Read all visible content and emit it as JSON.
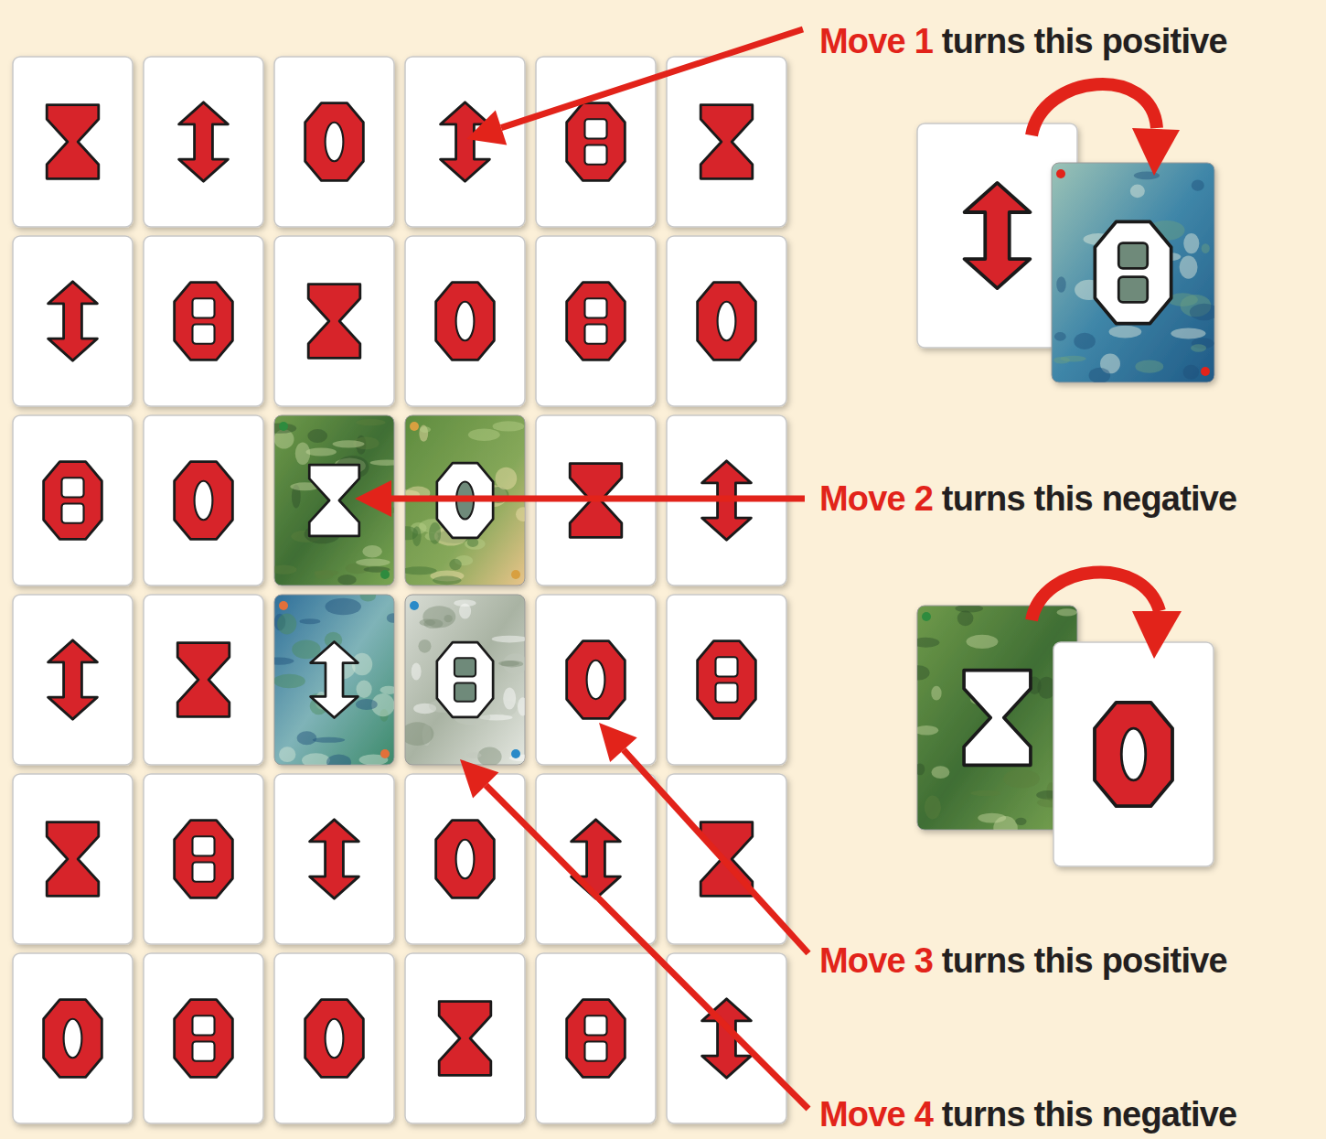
{
  "diagram": {
    "labels": [
      "Move 1",
      "turns this positive",
      "Move 2",
      "turns this negative",
      "Move 3",
      "turns this positive",
      "Move 4",
      "turns this negative"
    ]
  }
}
